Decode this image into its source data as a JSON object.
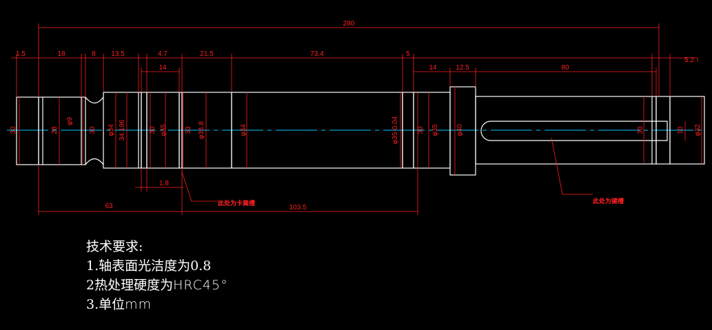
{
  "dimensions": {
    "overall": "280",
    "top": [
      "1.5",
      "18",
      "8",
      "13.5",
      "4.7",
      "21.5",
      "73.4",
      "5",
      "80",
      "5.2"
    ],
    "second": [
      "14",
      "14",
      "12.5"
    ],
    "bottom": [
      "63",
      "103.5",
      "1.8"
    ],
    "diameters": [
      "30",
      "28",
      "φ9",
      "30",
      "φ34",
      "34.196",
      "30",
      "φ35",
      "33",
      "φ34.8",
      "φ34",
      "φ35-0.04",
      "30",
      "φ35",
      "φ40",
      "30",
      "10",
      "φ32"
    ]
  },
  "notes": {
    "clip_groove": "此处为卡簧槽",
    "keyway": "此处为键槽"
  },
  "tech_requirements": {
    "title": "技术要求:",
    "item1": "1.轴表面光洁度为0.8",
    "item2_a": "2热处理硬度为",
    "item2_b": "HRC45°",
    "item3_a": "3.单位",
    "item3_b": "mm"
  },
  "colors": {
    "outline": "#ffffff",
    "dimension": "#ff2020",
    "centerline": "#00c8ff",
    "background": "#000000"
  }
}
